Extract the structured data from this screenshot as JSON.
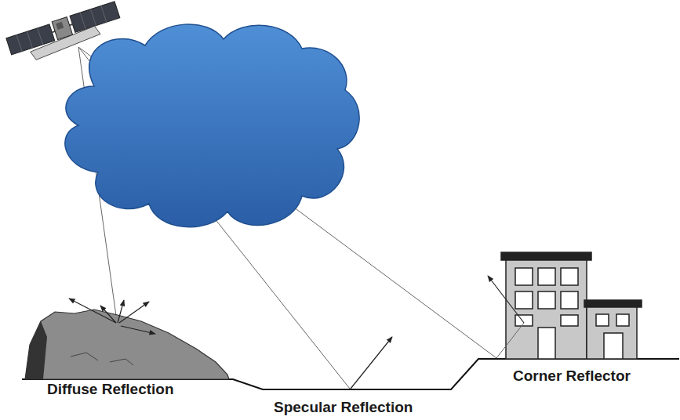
{
  "diagram": {
    "labels": [
      "Diffuse Reflection",
      "Specular Reflection",
      "Corner Reflector"
    ]
  }
}
